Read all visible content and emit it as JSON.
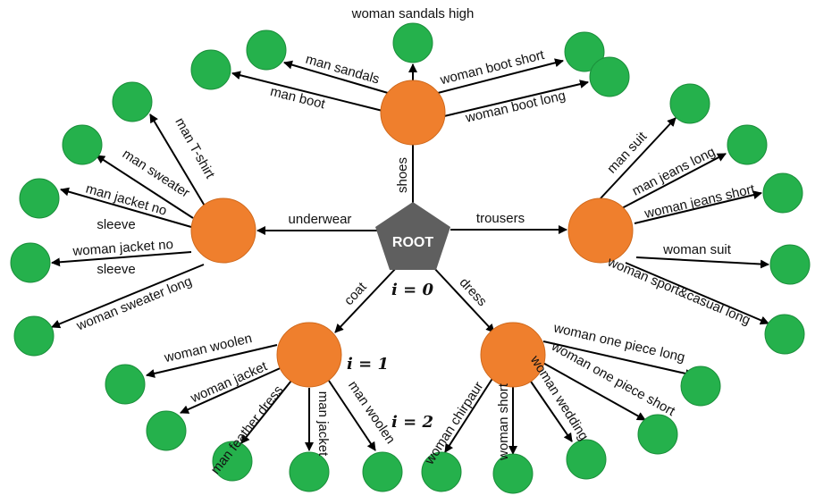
{
  "colors": {
    "root": "#5f5f5f",
    "category": "#ef7f2d",
    "category_stroke": "#d0691c",
    "leaf": "#25b14c",
    "leaf_stroke": "#1b8f3b",
    "edge": "#000000"
  },
  "root": {
    "label": "ROOT"
  },
  "levels": {
    "level0": "i = 0",
    "level1": "i = 1",
    "level2": "i = 2"
  },
  "categories": {
    "shoes": "shoes",
    "underwear": "underwear",
    "trousers": "trousers",
    "coat": "coat",
    "dress": "dress"
  },
  "leaves": {
    "woman_sandals_high": "woman sandals high",
    "man_sandals": "man sandals",
    "man_boot": "man boot",
    "woman_boot_short": "woman boot short",
    "woman_boot_long": "woman boot long",
    "man_tshirt": "man T-shirt",
    "man_sweater": "man sweater",
    "man_jacket_no_sleeve_1": "man jacket no",
    "man_jacket_no_sleeve_2": "sleeve",
    "woman_jacket_no_sleeve_1": "woman jacket no",
    "woman_jacket_no_sleeve_2": "sleeve",
    "woman_sweater_long": "woman sweater long",
    "man_suit": "man suit",
    "man_jeans_long": "man jeans long",
    "woman_jeans_short": "woman jeans short",
    "woman_suit": "woman suit",
    "woman_sport_casual_long": "woman sport&casual long",
    "woman_woolen": "woman woolen",
    "woman_jacket": "woman jacket",
    "man_feather_dress": "man feather dress",
    "man_jacket": "man jacket",
    "man_woolen": "man woolen",
    "woman_one_piece_long": "woman one piece long",
    "woman_one_piece_short": "woman one piece short",
    "woman_chirpaur": "woman chirpaur",
    "woman_short": "woman short",
    "woman_wedding": "woman wedding"
  }
}
